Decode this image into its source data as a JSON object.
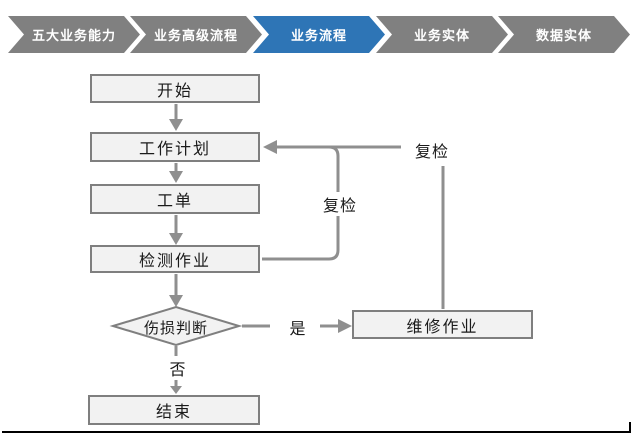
{
  "breadcrumb": {
    "items": [
      {
        "label": "五大业务能力",
        "active": false
      },
      {
        "label": "业务高级流程",
        "active": false
      },
      {
        "label": "业务流程",
        "active": true
      },
      {
        "label": "业务实体",
        "active": false
      },
      {
        "label": "数据实体",
        "active": false
      }
    ]
  },
  "flowchart": {
    "nodes": {
      "start": "开始",
      "work_plan": "工作计划",
      "work_order": "工单",
      "inspection": "检测作业",
      "damage_decision": "伤损判断",
      "repair": "维修作业",
      "end": "结束"
    },
    "edge_labels": {
      "recheck_from_repair": "复检",
      "recheck_from_inspection": "复检",
      "yes": "是",
      "no": "否"
    }
  },
  "colors": {
    "active_color": "#2E75B6",
    "inactive_color": "#808080",
    "node_fill": "#F2F2F2",
    "node_border": "#7F7F7F",
    "connector": "#8F8F8F"
  }
}
